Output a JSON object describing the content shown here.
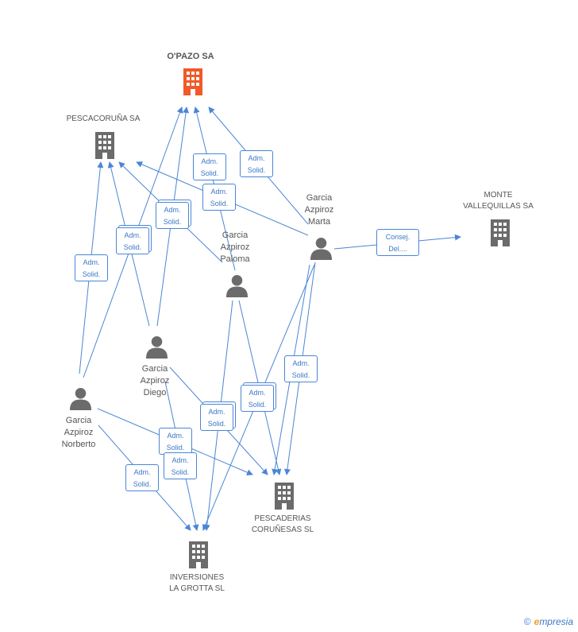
{
  "companies": {
    "opazo": "O'PAZO SA",
    "pescacoruna": "PESCACORUÑA SA",
    "monte": [
      "MONTE",
      "VALLEQUILLAS SA"
    ],
    "pescaderias": [
      "PESCADERIAS",
      "CORUÑESAS SL"
    ],
    "inversiones": [
      "INVERSIONES",
      "LA GROTTA SL"
    ]
  },
  "people": {
    "marta": [
      "Garcia",
      "Azpiroz",
      "Marta"
    ],
    "paloma": [
      "Garcia",
      "Azpiroz",
      "Paloma"
    ],
    "diego": [
      "Garcia",
      "Azpiroz",
      "Diego"
    ],
    "norberto": [
      "Garcia",
      "Azpiroz",
      "Norberto"
    ]
  },
  "relations": {
    "adm": [
      "Adm.",
      "Solid."
    ],
    "consej": [
      "Consej.",
      "Del...."
    ]
  },
  "colors": {
    "main_company": "#f05a28",
    "node": "#6b6b6b",
    "edge": "#4a86d6"
  },
  "footer": {
    "copyright": "©",
    "brand_initial": "e",
    "brand_rest": "mpresia"
  }
}
